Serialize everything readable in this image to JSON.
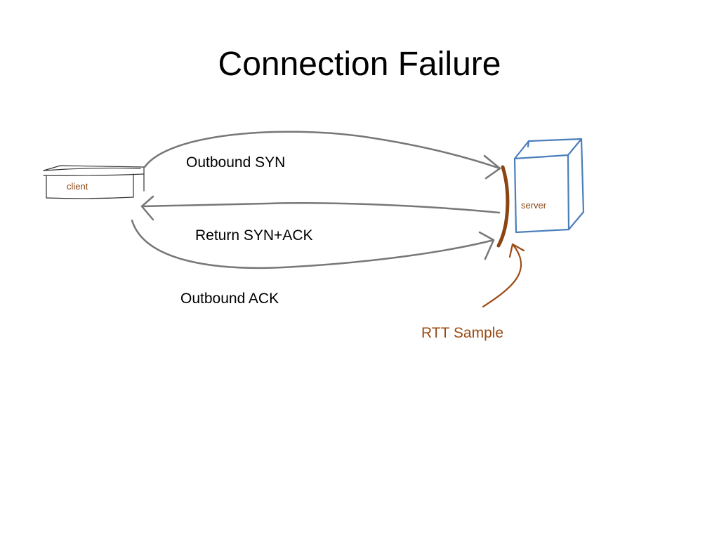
{
  "title": "Connection Failure",
  "nodes": {
    "client": "client",
    "server": "server"
  },
  "messages": {
    "outbound_syn": "Outbound SYN",
    "return_syn_ack": "Return SYN+ACK",
    "outbound_ack": "Outbound ACK"
  },
  "annotation": {
    "rtt_sample": "RTT Sample"
  },
  "colors": {
    "arrow": "#777777",
    "client_box": "#333333",
    "server_cube": "#4a7ebb",
    "rtt": "#9c4a12"
  }
}
